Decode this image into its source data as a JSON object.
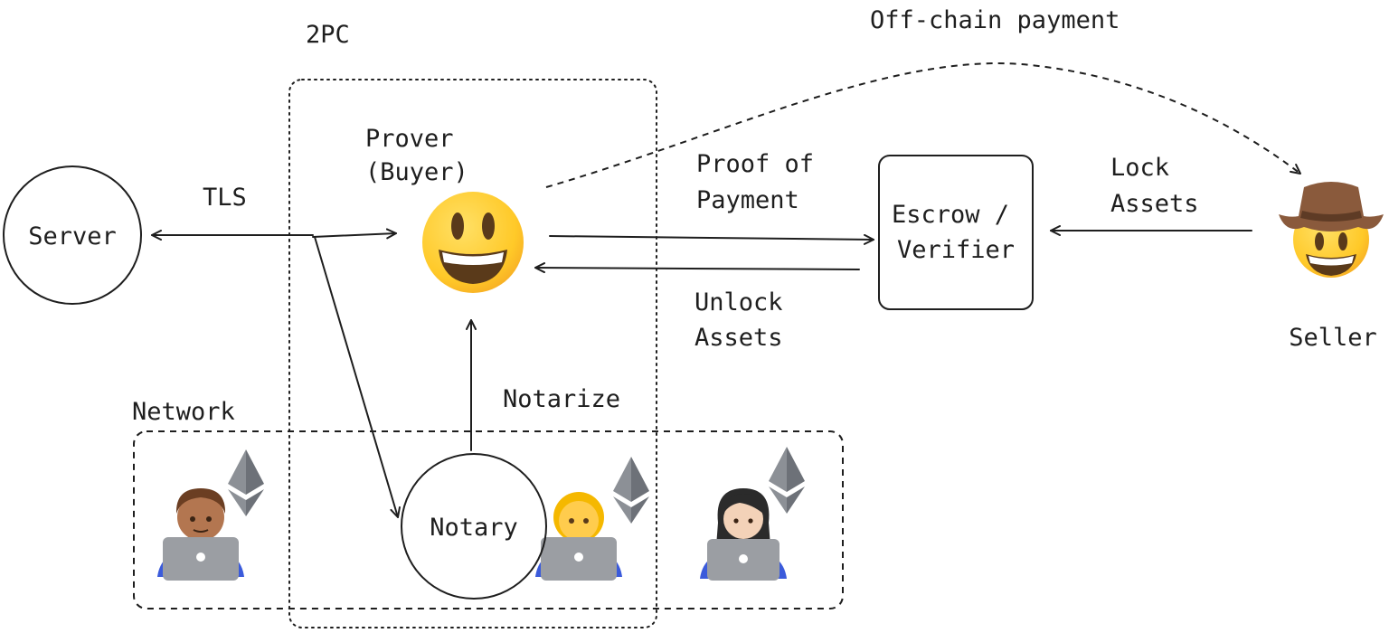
{
  "labels": {
    "twopc": "2PC",
    "offchain": "Off-chain payment",
    "prover_line1": "Prover",
    "prover_line2": "(Buyer)",
    "tls": "TLS",
    "server": "Server",
    "proof_line1": "Proof of",
    "proof_line2": "Payment",
    "escrow_line1": "Escrow /",
    "escrow_line2": "Verifier",
    "lock_line1": "Lock",
    "lock_line2": "Assets",
    "unlock_line1": "Unlock",
    "unlock_line2": "Assets",
    "seller": "Seller",
    "network": "Network",
    "notarize": "Notarize",
    "notary": "Notary"
  },
  "icons": {
    "prover": "grinning-face-icon",
    "seller": "cowboy-face-icon",
    "network_nodes": [
      "man-technologist-icon",
      "woman-technologist-icon",
      "woman-technologist-icon"
    ],
    "ethereum": "ethereum-logo-icon"
  },
  "colors": {
    "stroke": "#1e1e1e",
    "emoji_yellow": "#ffca3a",
    "laptop_gray": "#9b9ea3",
    "ethereum": "#7b7f86"
  }
}
